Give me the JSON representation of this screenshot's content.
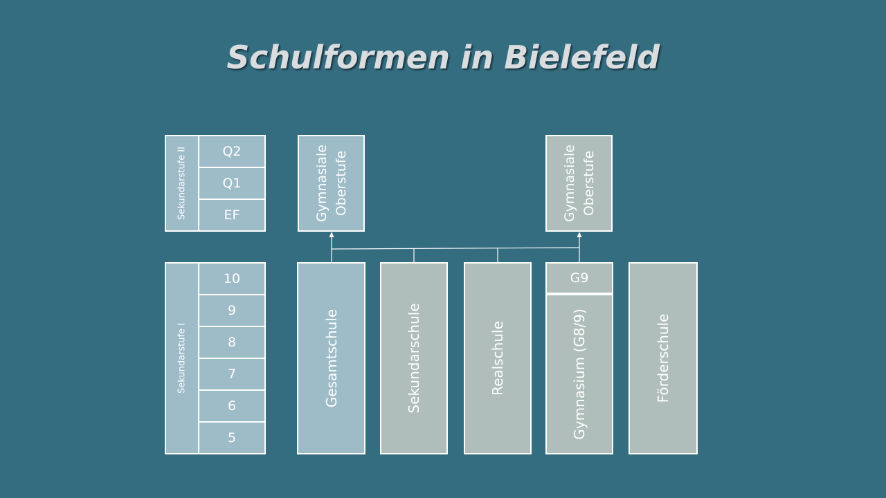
{
  "title": "Schulformen in Bielefeld",
  "sek2": {
    "label": "Sekundarstufe II",
    "grades": [
      "Q2",
      "Q1",
      "EF"
    ]
  },
  "sek1": {
    "label": "Sekundarstufe I",
    "grades": [
      "10",
      "9",
      "8",
      "7",
      "6",
      "5"
    ]
  },
  "oberstufe_left": {
    "line1": "Gymnasiale",
    "line2": "Oberstufe"
  },
  "oberstufe_right": {
    "line1": "Gymnasiale",
    "line2": "Oberstufe"
  },
  "schools": {
    "gesamtschule": "Gesamtschule",
    "sekundarschule": "Sekundarschule",
    "realschule": "Realschule",
    "g9": "G9",
    "gymnasium": "Gymnasium (G8/9)",
    "foerderschule": "Förderschule"
  },
  "colors": {
    "background": "#346c80",
    "blue_box": "#9ebbc8",
    "gray_box": "#afbeba",
    "border": "#ffffff"
  }
}
